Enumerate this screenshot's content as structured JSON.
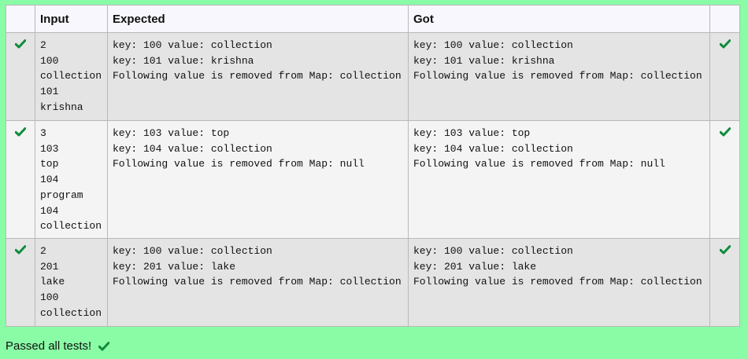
{
  "table": {
    "headers": {
      "col_status": "",
      "input": "Input",
      "expected": "Expected",
      "got": "Got",
      "col_result": ""
    },
    "rows": [
      {
        "status_icon": "check-icon",
        "input": "2\n100\ncollection\n101\nkrishna",
        "expected": "key: 100 value: collection\nkey: 101 value: krishna\nFollowing value is removed from Map: collection",
        "got": "key: 100 value: collection\nkey: 101 value: krishna\nFollowing value is removed from Map: collection",
        "result_icon": "check-icon"
      },
      {
        "status_icon": "check-icon",
        "input": "3\n103\ntop\n104\nprogram\n104\ncollection",
        "expected": "key: 103 value: top\nkey: 104 value: collection\nFollowing value is removed from Map: null",
        "got": "key: 103 value: top\nkey: 104 value: collection\nFollowing value is removed from Map: null",
        "result_icon": "check-icon"
      },
      {
        "status_icon": "check-icon",
        "input": "2\n201\nlake\n100\ncollection",
        "expected": "key: 100 value: collection\nkey: 201 value: lake\nFollowing value is removed from Map: collection",
        "got": "key: 100 value: collection\nkey: 201 value: lake\nFollowing value is removed from Map: collection",
        "result_icon": "check-icon"
      }
    ]
  },
  "footer": {
    "message": "Passed all tests!",
    "icon": "check-icon"
  },
  "colors": {
    "page_background": "#8afca6",
    "check_green": "#0f8c3c",
    "header_background": "#f7f7fd",
    "row_dark": "#e4e4e4",
    "row_light": "#f4f4f4",
    "border": "#b9b9b9"
  }
}
